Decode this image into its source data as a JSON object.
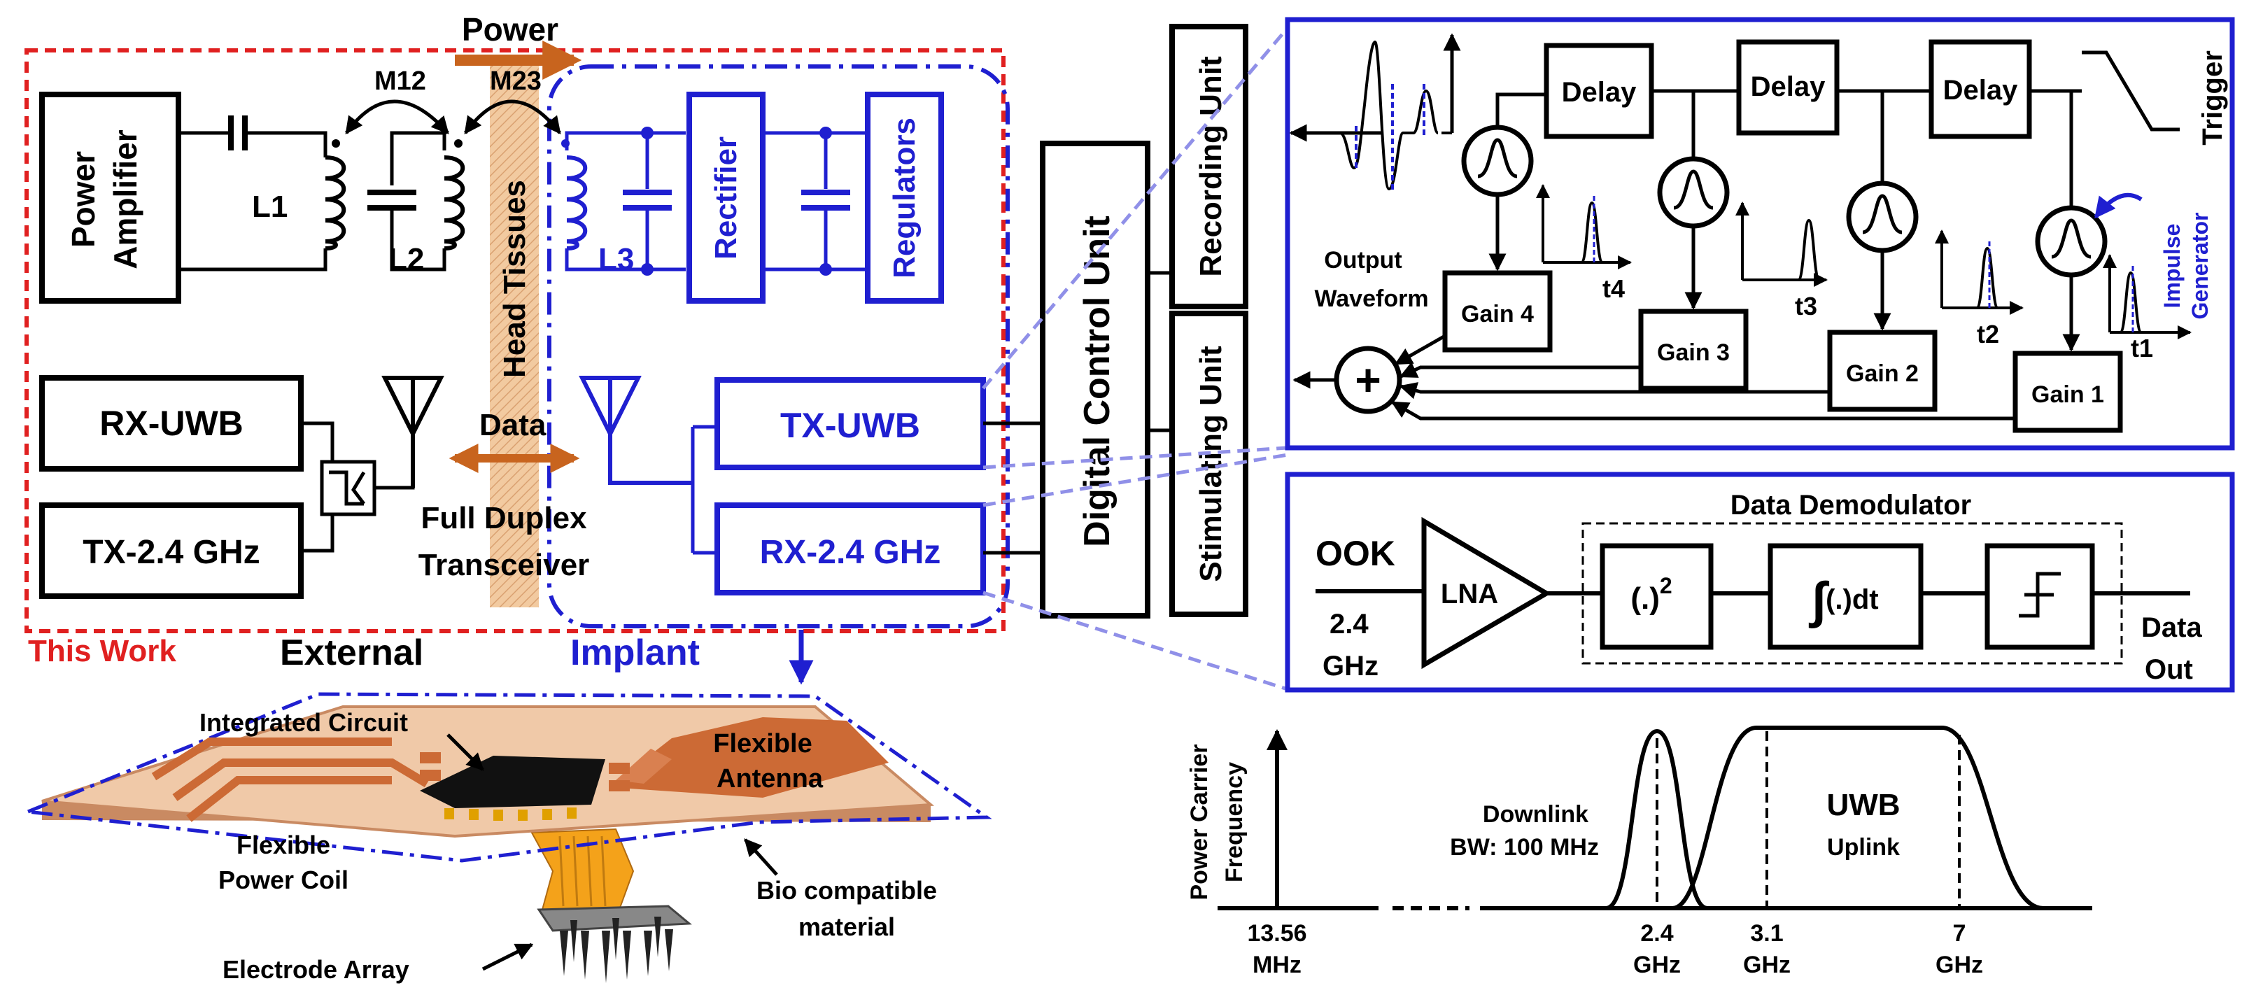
{
  "colors": {
    "black": "#000000",
    "blue": "#1f1fd0",
    "red": "#e02020",
    "orange": "#c8641e",
    "tissue": "#f2caa0",
    "light_blue_dash": "#9090e8",
    "pcb": "#f0c9a8",
    "copper": "#cc6a35",
    "flex_cable": "#f4a21a"
  },
  "left": {
    "power_label": "Power",
    "data_label": "Data",
    "m12": "M12",
    "m23": "M23",
    "head_tissues": "Head Tissues",
    "power_amplifier": [
      "Power",
      "Amplifier"
    ],
    "l1": "L1",
    "l2": "L2",
    "l3": "L3",
    "rectifier": "Rectifier",
    "regulators": "Regulators",
    "rx_uwb": "RX-UWB",
    "tx_24": "TX-2.4 GHz",
    "tx_uwb": "TX-UWB",
    "rx_24": "RX-2.4 GHz",
    "full_duplex": [
      "Full Duplex",
      "Transceiver"
    ],
    "this_work": "This Work",
    "external": "External",
    "implant": "Implant"
  },
  "middle": {
    "digital_control_unit": "Digital Control Unit",
    "recording_unit": "Recording Unit",
    "stimulating_unit": "Stimulating Unit"
  },
  "impulse": {
    "delays": [
      "Delay",
      "Delay",
      "Delay"
    ],
    "trigger": "Trigger",
    "impulse_generator": [
      "Impulse",
      "Generator"
    ],
    "output_waveform": [
      "Output",
      "Waveform"
    ],
    "gains": [
      "Gain 4",
      "Gain 3",
      "Gain 2",
      "Gain 1"
    ],
    "times": [
      "t4",
      "t3",
      "t2",
      "t1"
    ],
    "plus": "+"
  },
  "demod": {
    "title": "Data Demodulator",
    "ook": "OOK",
    "freq": [
      "2.4",
      "GHz"
    ],
    "lna": "LNA",
    "square": "(.)",
    "square_exp": "2",
    "integral_sign": "∫",
    "integral_body": "(.)dt",
    "data_out": [
      "Data",
      "Out"
    ]
  },
  "spectrum": {
    "ylabel": [
      "Power Carrier",
      "Frequency"
    ],
    "downlink": [
      "Downlink",
      "BW: 100 MHz"
    ],
    "uwb": "UWB",
    "uplink": "Uplink",
    "ticks": [
      {
        "value": "13.56",
        "unit": "MHz"
      },
      {
        "value": "2.4",
        "unit": "GHz"
      },
      {
        "value": "3.1",
        "unit": "GHz"
      },
      {
        "value": "7",
        "unit": "GHz"
      }
    ]
  },
  "implant_3d": {
    "integrated_circuit": "Integrated Circuit",
    "flexible_antenna": [
      "Flexible",
      "Antenna"
    ],
    "flexible_power_coil": [
      "Flexible",
      "Power Coil"
    ],
    "bio_compatible": [
      "Bio compatible",
      "material"
    ],
    "electrode_array": "Electrode Array"
  }
}
